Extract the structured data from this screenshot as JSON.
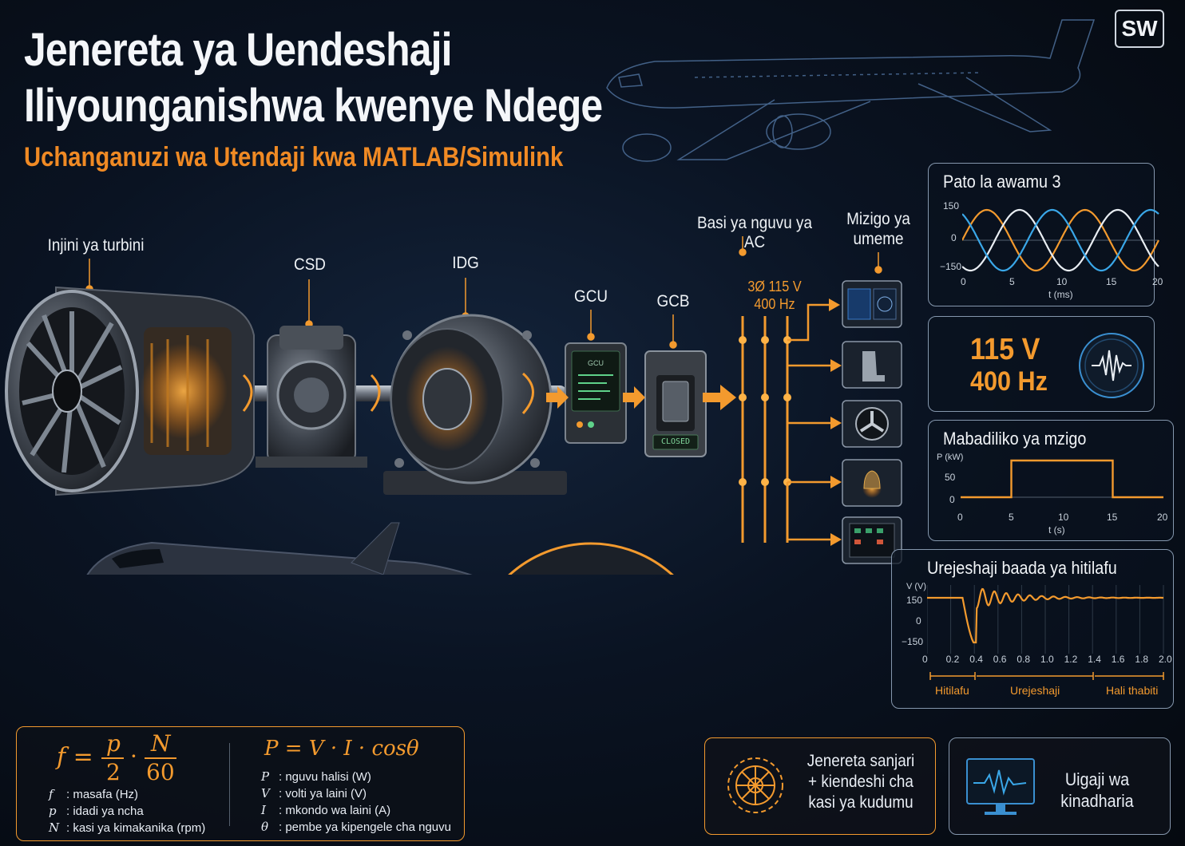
{
  "header": {
    "title_line1": "Jenereta ya Uendeshaji",
    "title_line2": "Iliyounganishwa kwenye Ndege",
    "subtitle": "Uchanganuzi wa Utendaji kwa MATLAB/Simulink",
    "lang_badge": "SW"
  },
  "chain": {
    "engine": "Injini ya turbini",
    "csd": "CSD",
    "idg": "IDG",
    "gcu": "GCU",
    "gcb": "GCB",
    "gcb_state": "CLOSED",
    "bus": "Basi ya nguvu ya AC",
    "bus_spec_1": "3Ø 115 V",
    "bus_spec_2": "400 Hz",
    "loads_1": "Mizigo ya",
    "loads_2": "umeme"
  },
  "load_icons": [
    "cockpit-display-icon",
    "seat-icon",
    "fan-icon",
    "cabin-light-icon",
    "galley-panel-icon"
  ],
  "panel_3phase": {
    "title": "Pato la awamu 3",
    "y_ticks": [
      "150",
      "0",
      "−150"
    ],
    "x_ticks": [
      "0",
      "5",
      "10",
      "15",
      "20"
    ],
    "x_label": "t (ms)"
  },
  "panel_voltage": {
    "voltage": "115 V",
    "frequency": "400 Hz"
  },
  "panel_load": {
    "title": "Mabadiliko ya mzigo",
    "y_label": "P (kW)",
    "y_ticks": [
      "50",
      "0"
    ],
    "x_ticks": [
      "0",
      "5",
      "10",
      "15",
      "20"
    ],
    "x_label": "t (s)"
  },
  "panel_fault": {
    "title": "Urejeshaji baada ya hitilafu",
    "y_label": "V (V)",
    "y_ticks": [
      "150",
      "0",
      "−150"
    ],
    "x_ticks": [
      "0",
      "0.2",
      "0.4",
      "0.6",
      "0.8",
      "1.0",
      "1.2",
      "1.4",
      "1.6",
      "1.8",
      "2.0"
    ],
    "phases": [
      "Hitilafu",
      "Urejeshaji",
      "Hali thabiti"
    ]
  },
  "formulas": {
    "f_lhs": "f =",
    "f_p": "p",
    "f_2": "2",
    "f_dot": "·",
    "f_N": "N",
    "f_60": "60",
    "f_legend": [
      {
        "sym": "f",
        "desc": "masafa (Hz)"
      },
      {
        "sym": "p",
        "desc": "idadi ya ncha"
      },
      {
        "sym": "N",
        "desc": "kasi ya kimakanika (rpm)"
      }
    ],
    "power": "P = V · I · cosθ",
    "p_legend": [
      {
        "sym": "P",
        "desc": "nguvu halisi (W)"
      },
      {
        "sym": "V",
        "desc": "volti ya laini (V)"
      },
      {
        "sym": "I",
        "desc": "mkondo wa laini (A)"
      },
      {
        "sym": "θ",
        "desc": "pembe ya kipengele cha nguvu"
      }
    ]
  },
  "card_synchronous": {
    "line1": "Jenereta sanjari",
    "line2": "+ kiendeshi cha",
    "line3": "kasi ya kudumu"
  },
  "card_model": {
    "line1": "Uigaji wa",
    "line2": "kinadharia"
  },
  "colors": {
    "accent": "#f39a2e",
    "phase_a": "#f39a2e",
    "phase_b": "#e9eef3",
    "phase_c": "#3aa7e8"
  }
}
